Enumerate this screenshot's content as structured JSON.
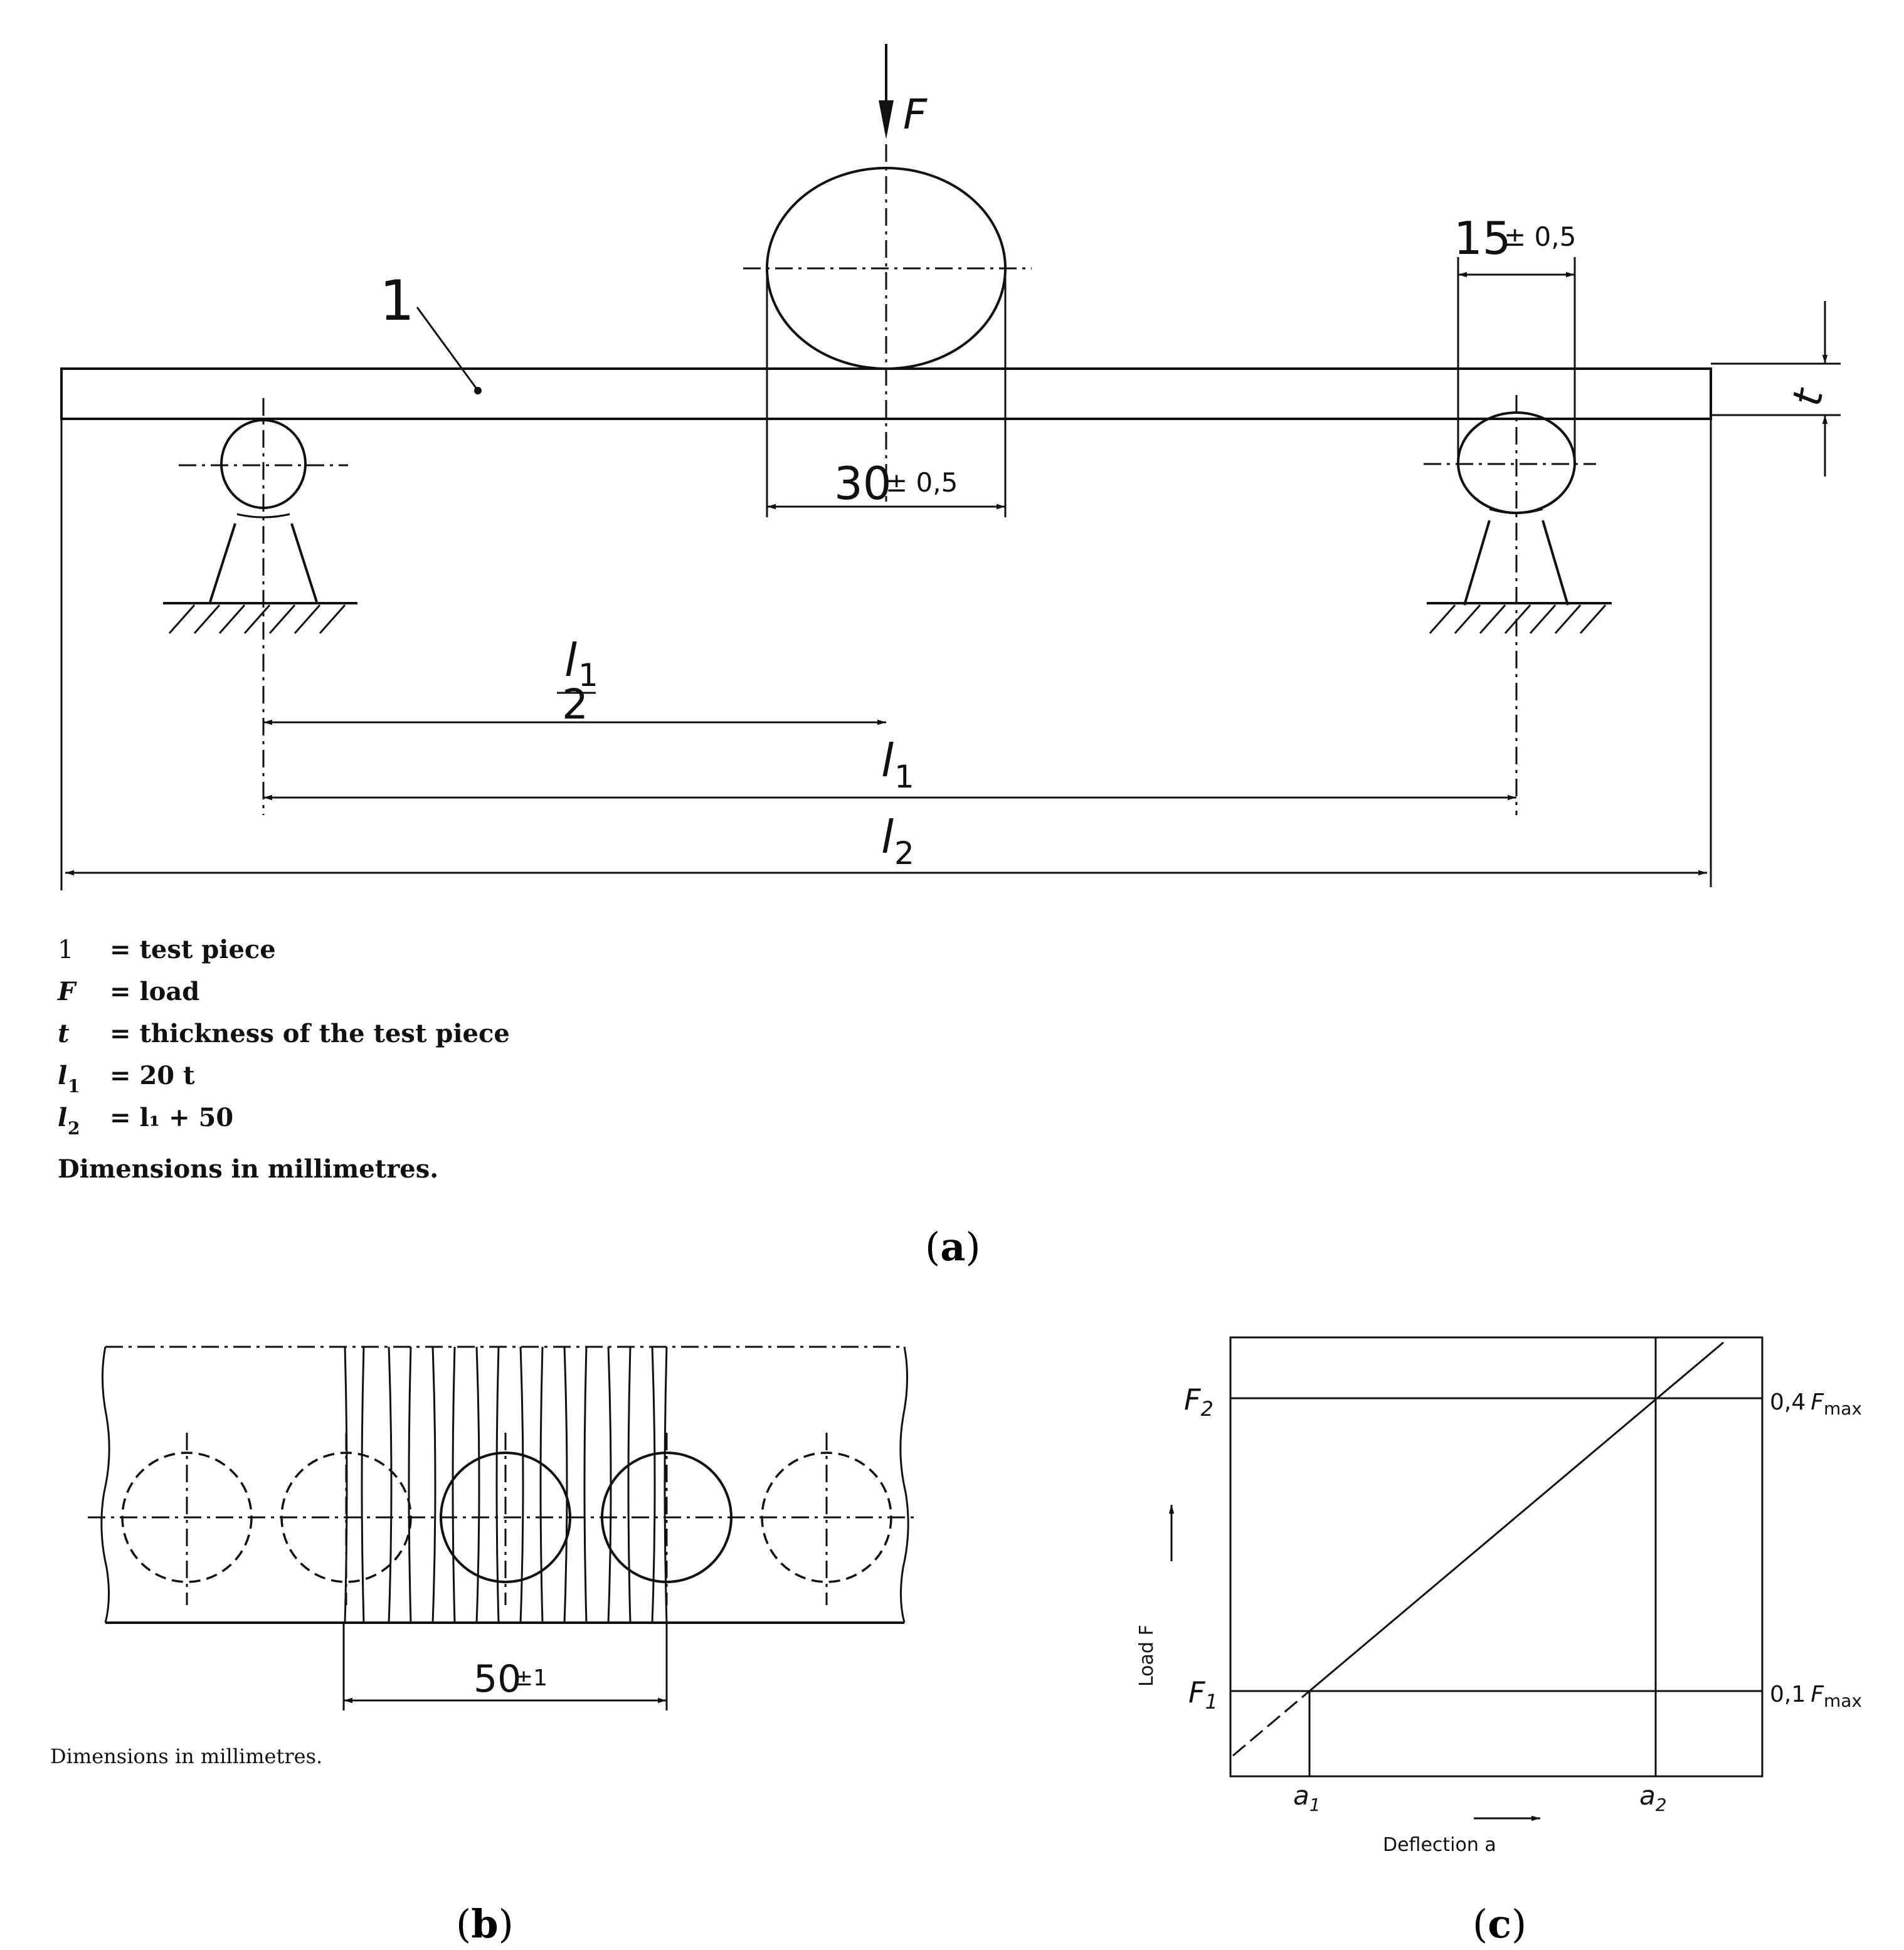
{
  "panel_a": {
    "label_item": "1",
    "force_label": "F",
    "thickness_label": "t",
    "support_width": {
      "value": "15",
      "tol": "± 0,5"
    },
    "roller_width": {
      "value": "30",
      "tol": "± 0,5"
    },
    "half_span": {
      "num_sym": "l",
      "num_sub": "1",
      "den": "2"
    },
    "span": {
      "sym": "l",
      "sub": "1"
    },
    "length": {
      "sym": "l",
      "sub": "2"
    },
    "legend": [
      {
        "sym": "1",
        "sub": "",
        "text": "= test piece"
      },
      {
        "sym": "F",
        "sub": "",
        "text": "= load"
      },
      {
        "sym": "t",
        "sub": "",
        "text": "= thickness of the test piece"
      },
      {
        "sym": "l",
        "sub": "1",
        "text": "= 20 t"
      },
      {
        "sym": "l",
        "sub": "2",
        "text": "= l₁ + 50"
      }
    ],
    "note": "Dimensions in millimetres.",
    "caption": {
      "open": "(",
      "letter": "a",
      "close": ")"
    }
  },
  "panel_b": {
    "dimension": {
      "value": "50",
      "tol": "±1"
    },
    "note": "Dimensions in millimetres.",
    "caption": {
      "open": "(",
      "letter": "b",
      "close": ")"
    }
  },
  "panel_c": {
    "y_axis_label": "Load F",
    "x_axis_label": "Deflection a",
    "F1": "F",
    "F1_sub": "1",
    "F2": "F",
    "F2_sub": "2",
    "a1": "a",
    "a1_sub": "1",
    "a2": "a",
    "a2_sub": "2",
    "right_low": {
      "coef": "0,1",
      "sym": "F",
      "sub": "max"
    },
    "right_high": {
      "coef": "0,4",
      "sym": "F",
      "sub": "max"
    },
    "caption": {
      "open": "(",
      "letter": "c",
      "close": ")"
    }
  }
}
